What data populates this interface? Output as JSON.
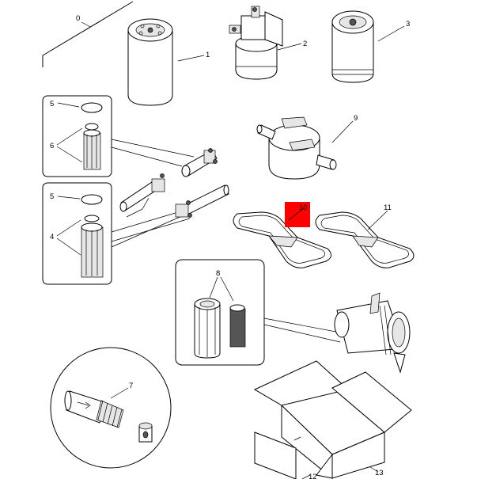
{
  "callouts": {
    "c0": "0",
    "c1": "1",
    "c2": "2",
    "c3": "3",
    "c4": "4",
    "c5a": "5",
    "c5b": "5",
    "c6": "6",
    "c7": "7",
    "c8": "8",
    "c9": "9",
    "c10": "10",
    "c11": "11",
    "c12": "12",
    "c13": "13"
  },
  "colors": {
    "highlight": "#ff0000",
    "line": "#000000",
    "background": "#ffffff"
  },
  "icons": {
    "spin_filter_1": "cylindrical-filter-icon",
    "filter_housing_2": "filter-housing-icon",
    "spin_filter_3": "spin-on-filter-icon",
    "breather_9": "breather-cap-icon",
    "gasket_10": "gasket-icon",
    "gasket_11": "gasket-icon",
    "box_13": "packaging-box-icon",
    "strainer_7": "strainer-icon",
    "element_kit_8": "filter-element-icon",
    "air_cleaner": "air-cleaner-icon"
  }
}
